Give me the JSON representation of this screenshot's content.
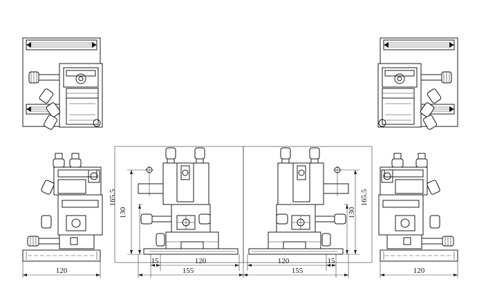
{
  "drawing": {
    "views": [
      {
        "name": "left-side-view",
        "dimensions": {
          "base_width": "120"
        }
      },
      {
        "name": "left-front-view",
        "dimensions": {
          "overall_height": "165.5",
          "height": "130",
          "offset": "15",
          "base_width": "120",
          "overall_width": "155"
        }
      },
      {
        "name": "right-front-view",
        "dimensions": {
          "overall_height": "165.5",
          "height": "130",
          "offset": "15",
          "base_width": "120",
          "overall_width": "155"
        }
      },
      {
        "name": "right-side-view",
        "dimensions": {
          "base_width": "120"
        }
      }
    ]
  }
}
